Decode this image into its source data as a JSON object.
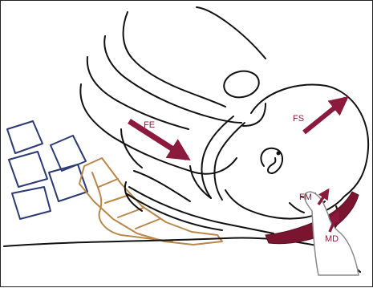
{
  "labels": {
    "fe": "FE",
    "fs": "FS",
    "fm": "FM",
    "md": "MD"
  },
  "colors": {
    "outline": "#111111",
    "arrow": "#8b1a3c",
    "spine": "#2c3a73",
    "sacrum": "#b9874a",
    "muscle": "#7a1530",
    "background": "#ffffff"
  }
}
